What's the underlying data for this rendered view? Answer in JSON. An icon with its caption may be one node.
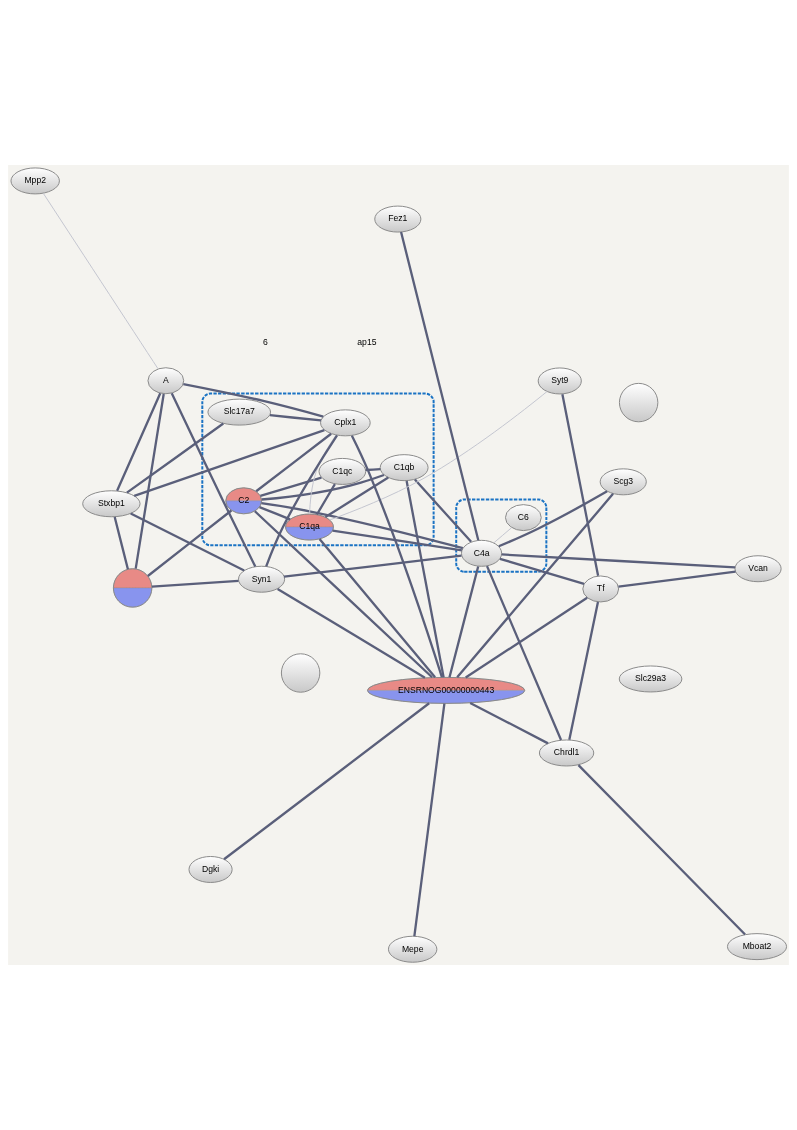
{
  "diagram": {
    "nodes": [
      {
        "text": [],
        "shape": "ellipse"
      },
      {
        "text": [
          "Slc17a7"
        ],
        "in": 0
      },
      {
        "text": [
          "C1qc"
        ],
        "in": 0
      },
      {
        "text": [
          "C2"
        ],
        "in": 0
      },
      {
        "text": [
          "C1qb"
        ],
        "in": 0
      },
      {
        "text": [
          "C1qa"
        ],
        "in": 0
      },
      {
        "text": [
          "Cplx1"
        ],
        "in": 0
      },
      {
        "text": [],
        "shape": "circle"
      },
      {
        "text": [
          "Mpp2"
        ]
      },
      {
        "text": [
          "Stxbp1"
        ]
      },
      {
        "text": [
          "Syt9"
        ]
      },
      {
        "text": [],
        "shape": "circle"
      },
      {
        "text": [
          "Syn1"
        ]
      },
      {
        "text": [
          "A"
        ]
      },
      {
        "text": [
          "ENSRNOG00000000443"
        ]
      },
      {
        "text": [],
        "shape": "ellipse"
      },
      {
        "text": [
          "C4a"
        ],
        "in": 15
      },
      {
        "text": [
          "C6"
        ],
        "in": 15
      },
      {
        "text": [
          "Tf"
        ]
      },
      {
        "text": [],
        "shape": "circle"
      },
      {
        "text": [
          "Vcan"
        ]
      },
      {
        "text": [
          "Chrdl1"
        ]
      },
      {
        "text": [
          "Slc29a3"
        ]
      },
      {
        "text": [
          "Mepe"
        ]
      },
      {
        "text": [
          "Scg3"
        ]
      },
      {
        "text": [
          "Mboat2"
        ]
      },
      {
        "text": [
          "Dgki"
        ]
      },
      {
        "text": [
          "Fez1"
        ]
      }
    ],
    "edges": [
      {
        "from": 1,
        "to": 6,
        "arrow": "none"
      },
      {
        "from": 1,
        "to": 9,
        "arrow": "none"
      },
      {
        "from": 2,
        "to": 3,
        "arrow": "none"
      },
      {
        "from": 2,
        "to": 4,
        "arrow": "none"
      },
      {
        "from": 2,
        "to": 5,
        "arrow": "none"
      },
      {
        "from": 3,
        "to": 4,
        "arrow": "none"
      },
      {
        "from": 3,
        "to": 5,
        "arrow": "none"
      },
      {
        "from": 3,
        "to": 6,
        "arrow": "none"
      },
      {
        "from": 3,
        "to": 14,
        "arrow": "none"
      },
      {
        "from": 3,
        "to": 16,
        "arrow": "none"
      },
      {
        "from": 3,
        "to": 11,
        "arrow": "none"
      },
      {
        "from": 4,
        "to": 5,
        "arrow": "none"
      },
      {
        "from": 4,
        "to": 14,
        "arrow": "none"
      },
      {
        "from": 4,
        "to": 16,
        "arrow": "none"
      },
      {
        "from": 5,
        "to": 10,
        "arrow": "none",
        "color": "#c4c6d0"
      },
      {
        "from": 5,
        "to": 6,
        "arrow": "none",
        "color": "#c4c6d0"
      },
      {
        "from": 5,
        "to": 14,
        "arrow": "none"
      },
      {
        "from": 5,
        "to": 16,
        "arrow": "none"
      },
      {
        "from": 6,
        "to": 9,
        "arrow": "none"
      },
      {
        "from": 6,
        "to": 12,
        "arrow": "none"
      },
      {
        "from": 6,
        "to": 13,
        "arrow": "none"
      },
      {
        "from": 6,
        "to": 14,
        "arrow": "none"
      },
      {
        "from": 9,
        "to": 12,
        "arrow": "none"
      },
      {
        "from": 9,
        "to": 13,
        "arrow": "none"
      },
      {
        "from": 9,
        "to": 11,
        "arrow": "none"
      },
      {
        "from": 12,
        "to": 13,
        "arrow": "none"
      },
      {
        "from": 12,
        "to": 11,
        "arrow": "none"
      },
      {
        "from": 12,
        "to": 16,
        "arrow": "none"
      },
      {
        "from": 12,
        "to": 14,
        "arrow": "none"
      },
      {
        "from": 13,
        "to": 11,
        "arrow": "none"
      },
      {
        "from": 8,
        "to": 13,
        "arrow": "none",
        "color": "#c4c6d0"
      },
      {
        "from": 10,
        "to": 18,
        "arrow": "none"
      },
      {
        "from": 14,
        "to": 18,
        "arrow": "none"
      },
      {
        "from": 14,
        "to": 16,
        "arrow": "none"
      },
      {
        "from": 14,
        "to": 21,
        "arrow": "none"
      },
      {
        "from": 14,
        "to": 23,
        "arrow": "none"
      },
      {
        "from": 14,
        "to": 24,
        "arrow": "none"
      },
      {
        "from": 14,
        "to": 26,
        "arrow": "none"
      },
      {
        "from": 16,
        "to": 18,
        "arrow": "none"
      },
      {
        "from": 16,
        "to": 17,
        "arrow": "none",
        "color": "#c4c6d0"
      },
      {
        "from": 16,
        "to": 21,
        "arrow": "none"
      },
      {
        "from": 16,
        "to": 24,
        "arrow": "none"
      },
      {
        "from": 16,
        "to": 27,
        "arrow": "none"
      },
      {
        "from": 16,
        "to": 20,
        "arrow": "none"
      },
      {
        "from": 18,
        "to": 21,
        "arrow": "none"
      },
      {
        "from": 18,
        "to": 20,
        "arrow": "none"
      },
      {
        "from": 21,
        "to": 25,
        "arrow": "none"
      }
    ],
    "labels": [
      "ap15",
      "6"
    ]
  }
}
